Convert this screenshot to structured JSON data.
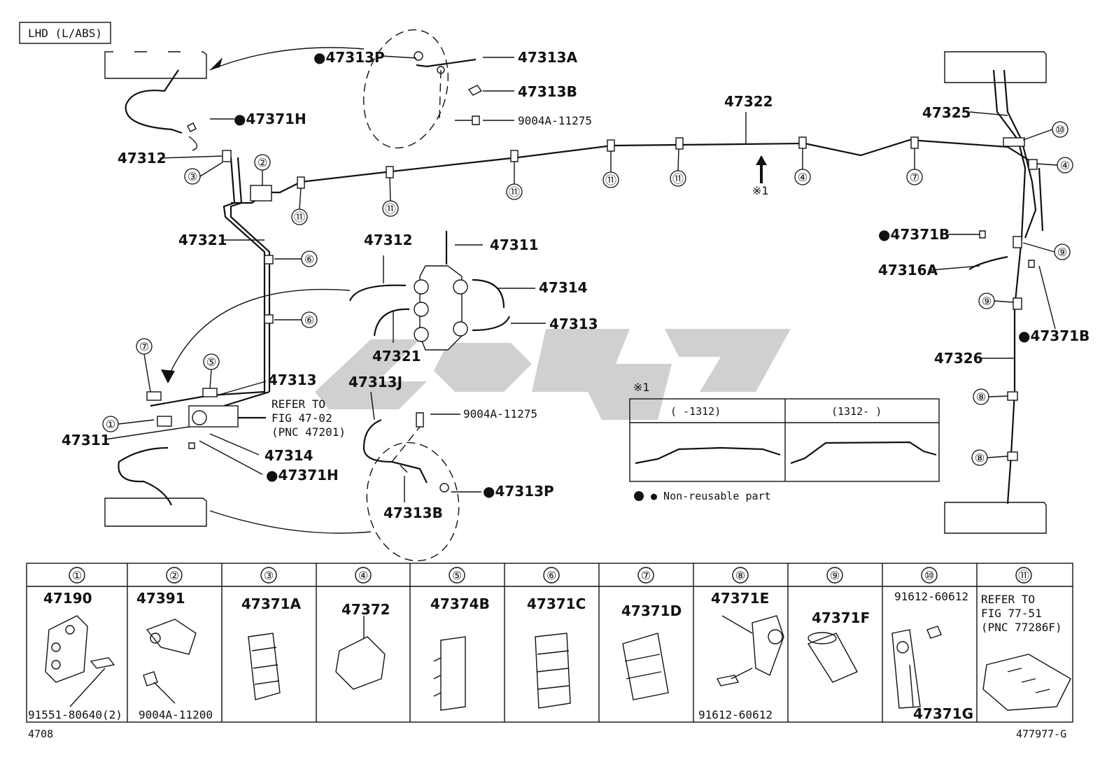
{
  "header": {
    "variant": "LHD (L/ABS)"
  },
  "labels": {
    "p47313P_top": "●47313P",
    "p47313A": "47313A",
    "p47313B_top": "47313B",
    "p9004A_top": "9004A-11275",
    "p47371H_top": "●47371H",
    "p47312_left": "47312",
    "p47322": "47322",
    "p47325": "47325",
    "mark1": "※1",
    "p47321_left": "47321",
    "p47312_center": "47312",
    "p47311_center": "47311",
    "p47314_center": "47314",
    "p47313_center": "47313",
    "p47321_center": "47321",
    "p47371B_a": "●47371B",
    "p47316A": "47316A",
    "p47371B_b": "●47371B",
    "p47326": "47326",
    "p47313_left": "47313",
    "refer1": "REFER TO",
    "refer2": "FIG 47-02",
    "refer3": "(PNC 47201)",
    "p47311_left": "47311",
    "p47314_left": "47314",
    "p47371H_bottom": "●47371H",
    "p47313J": "47313J",
    "p9004A_bottom": "9004A-11275",
    "p47313P_bottom": "●47313P",
    "p47313B_bottom": "47313B"
  },
  "inset": {
    "mark": "※1",
    "left_range": "(     -1312)",
    "right_range": "(1312-     )"
  },
  "legend": {
    "text": "● Non-reusable part"
  },
  "callouts": [
    "①",
    "②",
    "③",
    "④",
    "⑤",
    "⑥",
    "⑦",
    "⑧",
    "⑨",
    "⑩",
    "⑪"
  ],
  "parts_table": [
    {
      "num": "①",
      "part": "47190",
      "extra": "91551-80640(2)"
    },
    {
      "num": "②",
      "part": "47391",
      "extra": "9004A-11200"
    },
    {
      "num": "③",
      "part": "47371A",
      "extra": ""
    },
    {
      "num": "④",
      "part": "47372",
      "extra": ""
    },
    {
      "num": "⑤",
      "part": "47374B",
      "extra": ""
    },
    {
      "num": "⑥",
      "part": "47371C",
      "extra": ""
    },
    {
      "num": "⑦",
      "part": "47371D",
      "extra": ""
    },
    {
      "num": "⑧",
      "part": "47371E",
      "extra": "91612-60612"
    },
    {
      "num": "⑨",
      "part": "47371F",
      "extra": ""
    },
    {
      "num": "⑩",
      "part": "47371G",
      "extra": "91612-60612"
    },
    {
      "num": "⑪",
      "part": "REFER TO",
      "extra": "FIG 77-51",
      "extra2": "(PNC 77286F)"
    }
  ],
  "footer": {
    "left": "4708",
    "right": "477977-G"
  }
}
